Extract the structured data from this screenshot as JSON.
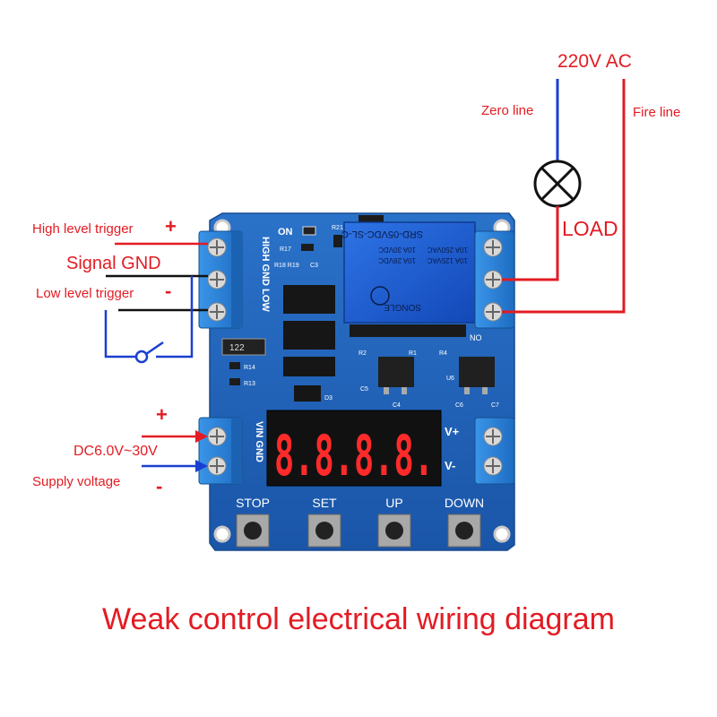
{
  "labels": {
    "ac_supply": "220V AC",
    "zero_line": "Zero line",
    "fire_line": "Fire line",
    "load": "LOAD",
    "high_level_trigger": "High level trigger",
    "signal_gnd": "Signal GND",
    "low_level_trigger": "Low level trigger",
    "dc_range": "DC6.0V~30V",
    "supply_voltage": "Supply voltage",
    "plus": "+",
    "minus": "-"
  },
  "board": {
    "input_terminal": "HIGH GND LOW",
    "power_terminal": "VIN GND",
    "on_led": "ON",
    "relay_model": "SRD-05VDC-SL-C",
    "relay_brand": "SONGLE",
    "relay_ratings": [
      "10A 250VAC",
      "10A 125VAC",
      "10A 30VDC",
      "10A 28VDC"
    ],
    "relay_marks": "NO",
    "vplus": "V+",
    "vminus": "V-",
    "component_r17": "R17",
    "component_r14": "R14",
    "component_r13": "R13",
    "component_r21": "R21",
    "component_r18": "R18 R19",
    "component_r2": "R2",
    "component_r1": "R1",
    "component_r4": "R4",
    "component_u6": "U6",
    "component_d3": "D3",
    "component_c5": "C5",
    "component_c6": "C6",
    "component_c4": "C4",
    "component_c3": "C3",
    "component_c7": "C7",
    "inductor": "122",
    "display_digits": "8.8.8.8.",
    "buttons": [
      {
        "label": "STOP"
      },
      {
        "label": "SET"
      },
      {
        "label": "UP"
      },
      {
        "label": "DOWN"
      }
    ]
  },
  "caption": "Weak control electrical wiring diagram",
  "colors": {
    "label_red": "#e31b23",
    "wire_red": "#e31b23",
    "wire_blue": "#1a3fd0",
    "wire_black": "#111111",
    "pcb_blue": "#1f5fb4",
    "terminal_blue": "#2a7fd6",
    "relay_blue": "#1e5fd0",
    "display_red": "#ff2a2a"
  }
}
